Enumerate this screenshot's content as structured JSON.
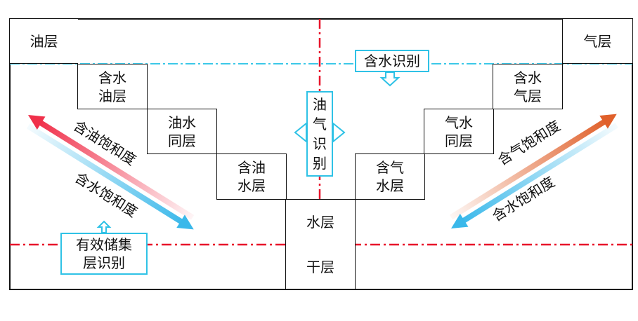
{
  "layers": {
    "oil": "油层",
    "gas": "气层",
    "water_oil": "含水\n油层",
    "oil_water": "油水\n同层",
    "oil_bearing_water": "含油\n水层",
    "water": "水层",
    "dry": "干层",
    "gas_bearing_water": "含气\n水层",
    "gas_water": "气水\n同层",
    "water_gas": "含水\n气层"
  },
  "callouts": {
    "water_identify": "含水识别",
    "oil_gas_identify": "油\n气\n识\n别",
    "reservoir_identify": "有效储集\n层识别"
  },
  "saturation": {
    "oil_sat": "含油饱和度",
    "water_sat_left": "含水饱和度",
    "gas_sat": "含气饱和度",
    "water_sat_right": "含水饱和度"
  },
  "colors": {
    "frame": "#111111",
    "red_dashdot": "#e8142a",
    "blue_dashdot": "#3cc8e8",
    "callout_border": "#2fc2e6",
    "oil_arrow": "#f0304a",
    "gas_arrow": "#e0602a",
    "water_arrow": "#3ab8ea"
  }
}
